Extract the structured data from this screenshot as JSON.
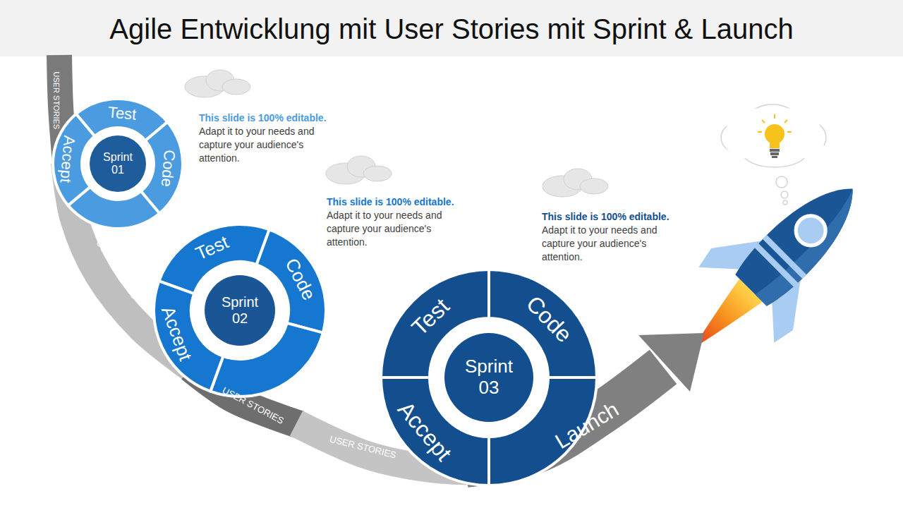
{
  "diagram": {
    "title": "Agile Entwicklung mit User Stories mit Sprint & Launch",
    "nodes": [
      {
        "text": [
          "USER STORIES"
        ]
      },
      {
        "text": [
          "Test"
        ]
      },
      {
        "text": [
          "Code"
        ]
      },
      {
        "text": [
          "Accept"
        ]
      },
      {
        "text": [
          "Sprint 01"
        ]
      },
      {
        "text": [
          "USER STORIES"
        ]
      },
      {
        "text": [
          "Test"
        ]
      },
      {
        "text": [
          "Code"
        ]
      },
      {
        "text": [
          "Accept"
        ]
      },
      {
        "text": [
          "Sprint 02"
        ]
      },
      {
        "text": [
          "USER STORIES"
        ]
      },
      {
        "text": [
          "USER STORIES"
        ]
      },
      {
        "text": [
          "Test"
        ]
      },
      {
        "text": [
          "Code"
        ]
      },
      {
        "text": [
          "Accept"
        ]
      },
      {
        "text": [
          "Sprint 03"
        ]
      },
      {
        "text": [
          "Launch"
        ]
      }
    ],
    "labels": [
      "This slide is 100% editable.",
      "Adapt it to your needs and capture your audience's attention.",
      "This slide is 100% editable.",
      "Adapt it to your needs and capture your audience's attention.",
      "This slide is 100% editable.",
      "Adapt it to your needs and capture your audience's attention."
    ]
  }
}
